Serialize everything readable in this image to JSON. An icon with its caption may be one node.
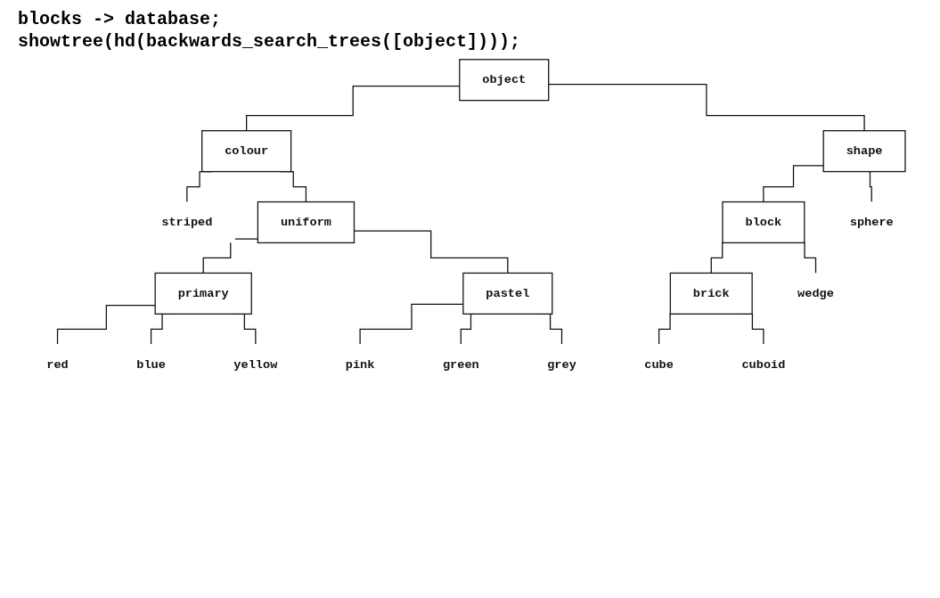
{
  "diagram": {
    "nodes": [
      {
        "text": [
          "object"
        ]
      },
      {
        "text": [
          "colour"
        ]
      },
      {
        "text": [
          "shape"
        ]
      },
      {
        "text": [
          "striped"
        ]
      },
      {
        "text": [
          "uniform"
        ]
      },
      {
        "text": [
          "block"
        ]
      },
      {
        "text": [
          "sphere"
        ]
      },
      {
        "text": [
          "primary"
        ]
      },
      {
        "text": [
          "pastel"
        ]
      },
      {
        "text": [
          "brick"
        ]
      },
      {
        "text": [
          "wedge"
        ]
      },
      {
        "text": [
          "red"
        ]
      },
      {
        "text": [
          "blue"
        ]
      },
      {
        "text": [
          "yellow"
        ]
      },
      {
        "text": [
          "pink"
        ]
      },
      {
        "text": [
          "green"
        ]
      },
      {
        "text": [
          "grey"
        ]
      },
      {
        "text": [
          "cube"
        ]
      },
      {
        "text": [
          "cuboid"
        ]
      }
    ],
    "edges": [
      {
        "from": 0,
        "to": 1,
        "arrow": "none"
      },
      {
        "from": 0,
        "to": 2,
        "arrow": "none"
      },
      {
        "from": 1,
        "to": 3,
        "arrow": "none"
      },
      {
        "from": 1,
        "to": 4,
        "arrow": "none"
      },
      {
        "from": 2,
        "to": 5,
        "arrow": "none"
      },
      {
        "from": 2,
        "to": 6,
        "arrow": "none"
      },
      {
        "from": 4,
        "to": 7,
        "arrow": "none"
      },
      {
        "from": 4,
        "to": 8,
        "arrow": "none"
      },
      {
        "from": 5,
        "to": 9,
        "arrow": "none"
      },
      {
        "from": 5,
        "to": 10,
        "arrow": "none"
      },
      {
        "from": 7,
        "to": 11,
        "arrow": "none"
      },
      {
        "from": 7,
        "to": 12,
        "arrow": "none"
      },
      {
        "from": 7,
        "to": 13,
        "arrow": "none"
      },
      {
        "from": 8,
        "to": 14,
        "arrow": "none"
      },
      {
        "from": 8,
        "to": 15,
        "arrow": "none"
      },
      {
        "from": 8,
        "to": 16,
        "arrow": "none"
      },
      {
        "from": 9,
        "to": 17,
        "arrow": "none"
      },
      {
        "from": 9,
        "to": 18,
        "arrow": "none"
      }
    ],
    "labels": [
      "blocks -> database;",
      "showtree(hd(backwards_search_trees([object])));"
    ]
  }
}
